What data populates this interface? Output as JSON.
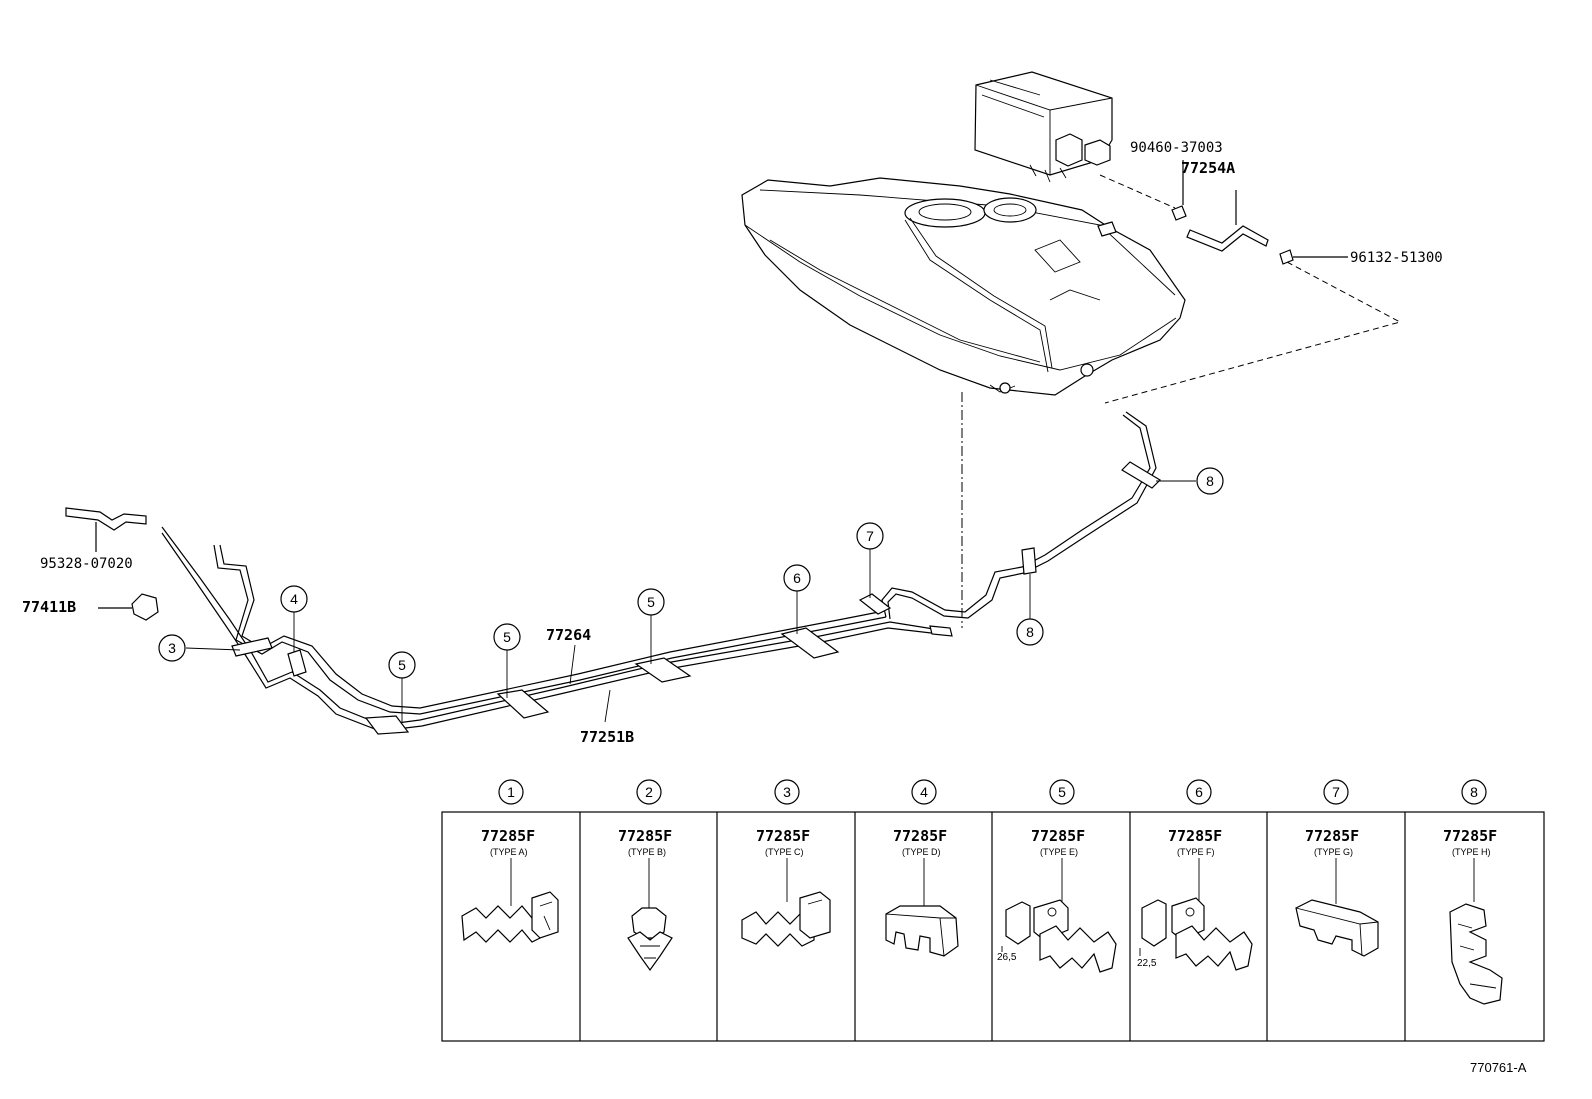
{
  "labels": {
    "p90460": "90460-37003",
    "p77254A": "77254A",
    "p96132": "96132-51300",
    "p95328": "95328-07020",
    "p77411B": "77411B",
    "p77264": "77264",
    "p77251B": "77251B"
  },
  "callouts": [
    "3",
    "4",
    "5",
    "5",
    "5",
    "6",
    "7",
    "8",
    "8"
  ],
  "table": {
    "columns": [
      {
        "index": "1",
        "part": "77285F",
        "type": "(TYPE A)",
        "dim": ""
      },
      {
        "index": "2",
        "part": "77285F",
        "type": "(TYPE B)",
        "dim": ""
      },
      {
        "index": "3",
        "part": "77285F",
        "type": "(TYPE C)",
        "dim": ""
      },
      {
        "index": "4",
        "part": "77285F",
        "type": "(TYPE D)",
        "dim": ""
      },
      {
        "index": "5",
        "part": "77285F",
        "type": "(TYPE E)",
        "dim": "26,5"
      },
      {
        "index": "6",
        "part": "77285F",
        "type": "(TYPE F)",
        "dim": "22,5"
      },
      {
        "index": "7",
        "part": "77285F",
        "type": "(TYPE G)",
        "dim": ""
      },
      {
        "index": "8",
        "part": "77285F",
        "type": "(TYPE H)",
        "dim": ""
      }
    ]
  },
  "figure_ref": "770761-A"
}
